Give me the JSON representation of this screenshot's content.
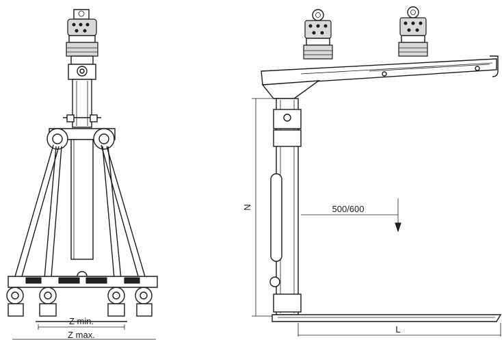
{
  "front_view": {
    "dimension_min_label": "Z min.",
    "dimension_max_label": "Z max."
  },
  "side_view": {
    "height_label": "N",
    "load_center_label": "500/600",
    "length_label": "L"
  },
  "colors": {
    "line": "#1a1a1a",
    "pad": "#222222",
    "body_fill": "#d9d9d9",
    "background": "#ffffff"
  },
  "icons": [
    "rotator-icon",
    "shackle-icon",
    "load-arrow-icon"
  ]
}
